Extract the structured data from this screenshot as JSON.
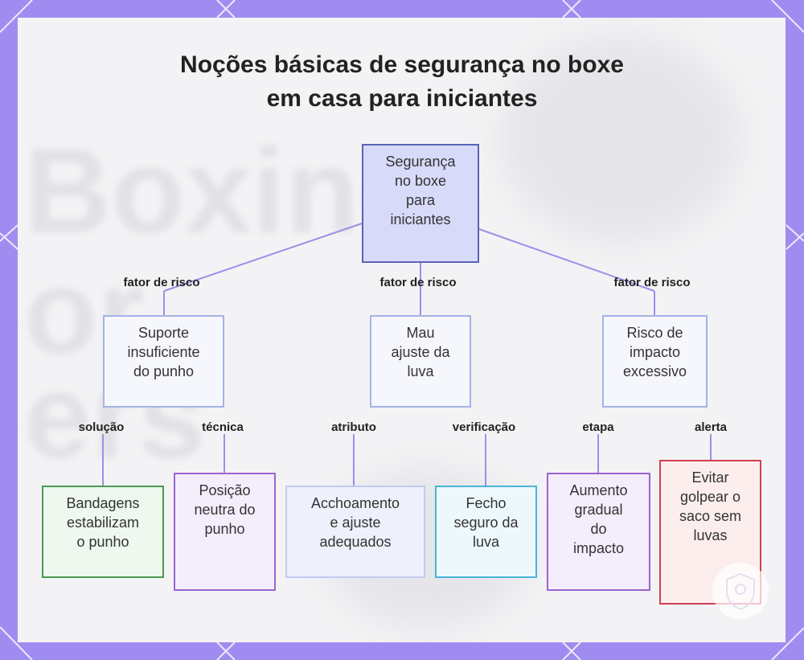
{
  "title_line1": "Noções básicas de segurança no boxe",
  "title_line2": "em casa para iniciantes",
  "background_text": [
    "Boxing",
    "or",
    "ers"
  ],
  "root": {
    "lines": [
      "Segurança",
      "no boxe",
      "para",
      "iniciantes"
    ]
  },
  "branches": [
    {
      "edge_label": "fator de risco",
      "lines": [
        "Suporte",
        "insuficiente",
        "do punho"
      ],
      "children": [
        {
          "edge_label": "solução",
          "lines": [
            "Bandagens",
            "estabilizam",
            "o punho"
          ]
        },
        {
          "edge_label": "técnica",
          "lines": [
            "Posição",
            "neutra do",
            "punho"
          ]
        }
      ]
    },
    {
      "edge_label": "fator de risco",
      "lines": [
        "Mau",
        "ajuste da",
        "luva"
      ],
      "children": [
        {
          "edge_label": "atributo",
          "lines": [
            "Acchoamento",
            "e ajuste",
            "adequados"
          ]
        },
        {
          "edge_label": "verificação",
          "lines": [
            "Fecho",
            "seguro da",
            "luva"
          ]
        }
      ]
    },
    {
      "edge_label": "fator de risco",
      "lines": [
        "Risco de",
        "impacto",
        "excessivo"
      ],
      "children": [
        {
          "edge_label": "etapa",
          "lines": [
            "Aumento",
            "gradual",
            "do",
            "impacto"
          ]
        },
        {
          "edge_label": "alerta",
          "lines": [
            "Evitar",
            "golpear o",
            "saco sem",
            "luvas"
          ]
        }
      ]
    }
  ],
  "colors": {
    "frame": "#a08cf0",
    "connector": "#a48ce6",
    "root_border": "#5a64b4",
    "leaf_green": "#4a9a52",
    "leaf_purple": "#9a64d2",
    "leaf_cyan": "#4ab4d8",
    "leaf_red": "#d24050"
  }
}
